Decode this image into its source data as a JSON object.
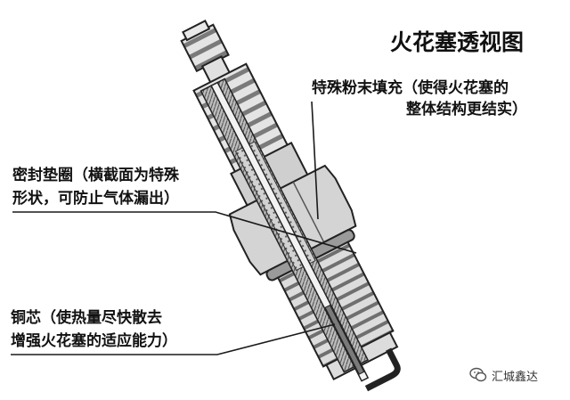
{
  "title": "火花塞透视图",
  "labels": {
    "powder": [
      "特殊粉末填充（使得火花塞的",
      "整体结构更结实）"
    ],
    "seal": [
      "密封垫圈（横截面为特殊",
      "形状，可防止气体漏出）"
    ],
    "core": [
      "铜芯（使热量尽快散去",
      "增强火花塞的适应能力）"
    ]
  },
  "watermark": {
    "text": "汇城鑫达",
    "icon": "wechat-icon"
  },
  "colors": {
    "ink": "#111111",
    "metal": "#d6d6d6",
    "insulator": "#bcbcbc",
    "shade": "#8a8a8a"
  }
}
